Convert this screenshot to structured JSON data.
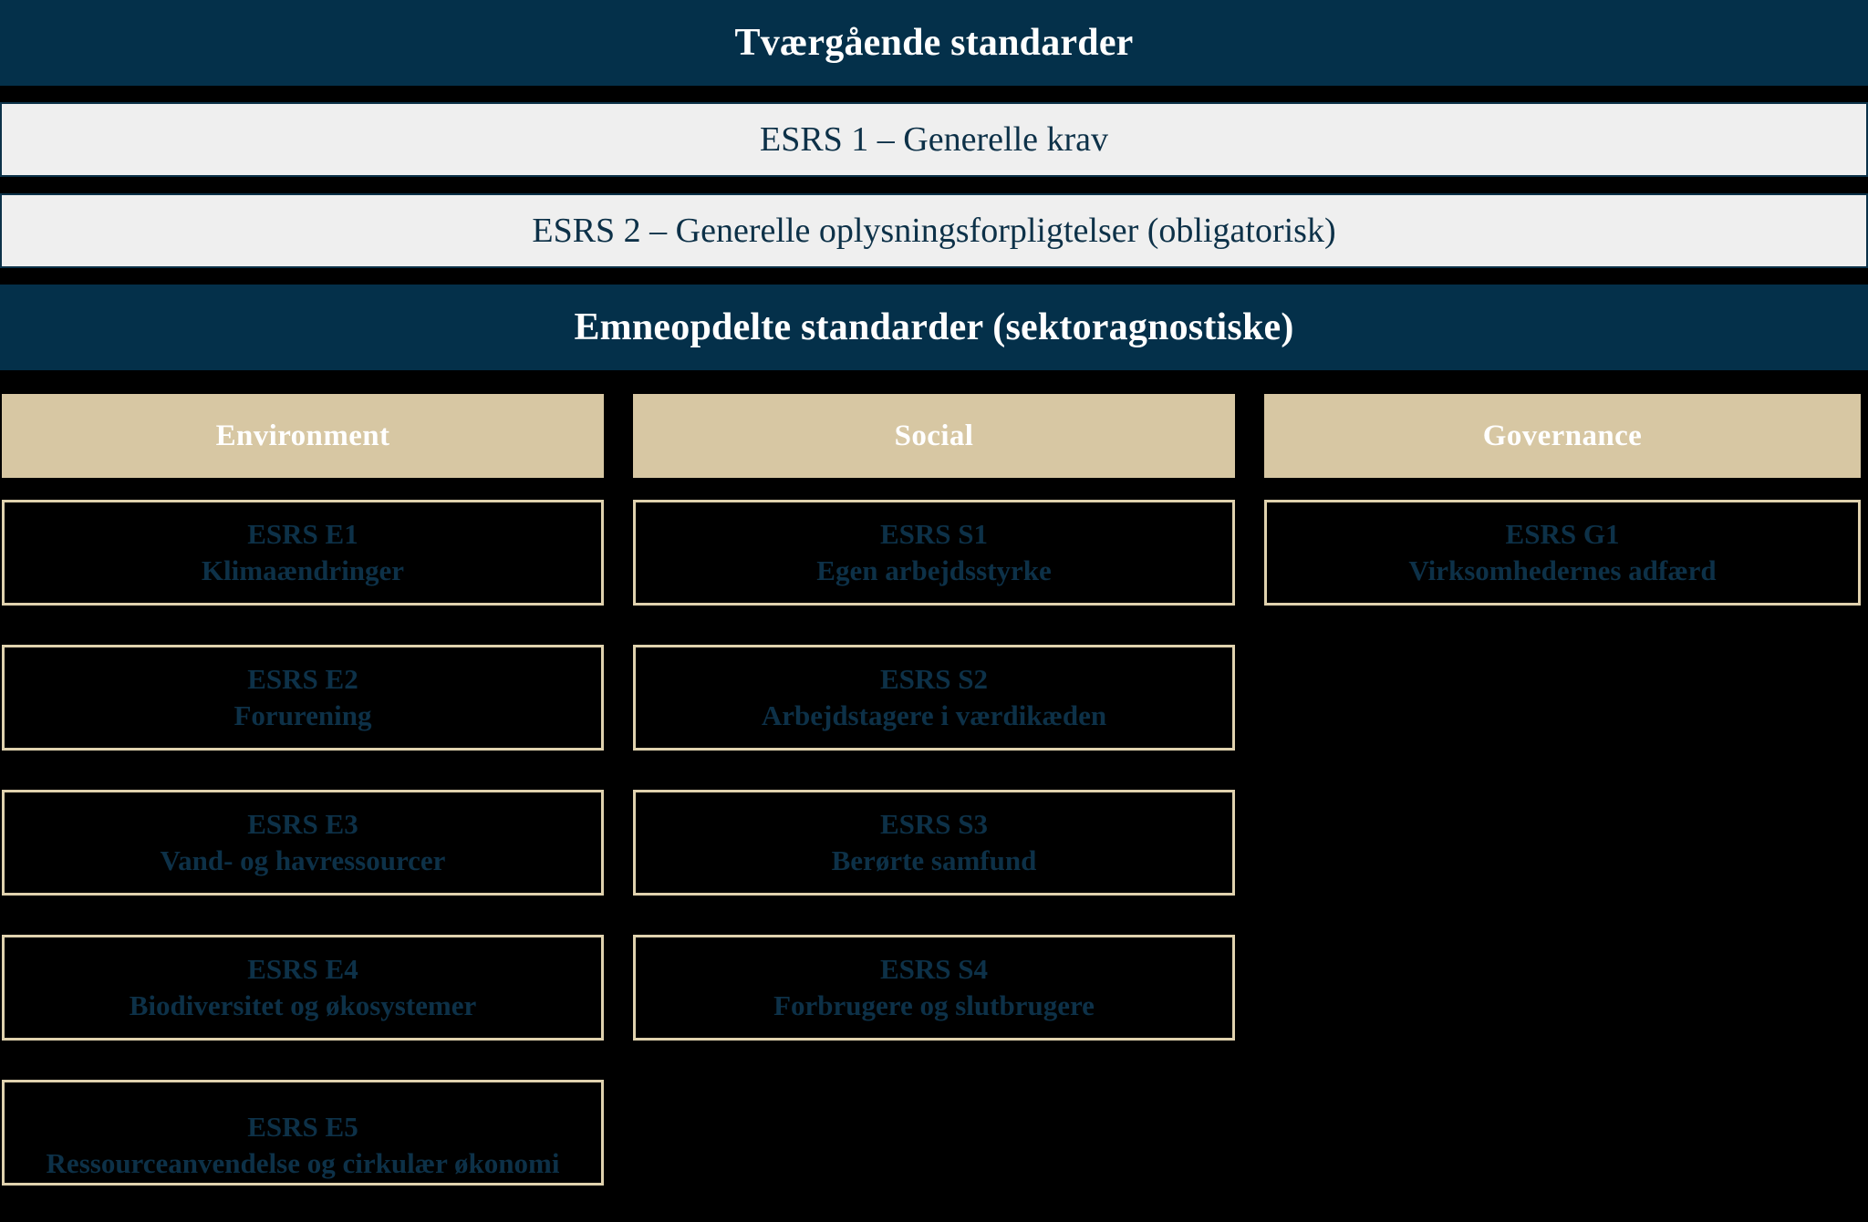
{
  "colors": {
    "navy": "#04304a",
    "light_panel": "#efefef",
    "tan": "#d7c7a3",
    "cell_border": "#e0d2ae",
    "cell_background": "#000000",
    "cell_text": "#0d3148",
    "page_background": "#000000"
  },
  "cross_cutting": {
    "header": "Tværgående standarder",
    "esrs1": "ESRS 1 – Generelle krav",
    "esrs2": "ESRS 2 – Generelle oplysningsforpligtelser (obligatorisk)"
  },
  "topic_section": {
    "header": "Emneopdelte standarder (sektoragnostiske)"
  },
  "columns": [
    {
      "key": "environment",
      "header": "Environment",
      "cells": [
        {
          "code": "ESRS E1",
          "title": "Klimaændringer"
        },
        {
          "code": "ESRS E2",
          "title": "Forurening"
        },
        {
          "code": "ESRS E3",
          "title": "Vand- og havressourcer"
        },
        {
          "code": "ESRS E4",
          "title": "Biodiversitet og økosystemer"
        },
        {
          "code": "ESRS E5",
          "title": "Ressourceanvendelse og cirkulær økonomi"
        }
      ]
    },
    {
      "key": "social",
      "header": "Social",
      "cells": [
        {
          "code": "ESRS S1",
          "title": "Egen arbejdsstyrke"
        },
        {
          "code": "ESRS S2",
          "title": "Arbejdstagere i værdikæden"
        },
        {
          "code": "ESRS S3",
          "title": "Berørte samfund"
        },
        {
          "code": "ESRS S4",
          "title": "Forbrugere og slutbrugere"
        }
      ]
    },
    {
      "key": "governance",
      "header": "Governance",
      "cells": [
        {
          "code": "ESRS G1",
          "title": "Virksomhedernes adfærd"
        }
      ]
    }
  ]
}
